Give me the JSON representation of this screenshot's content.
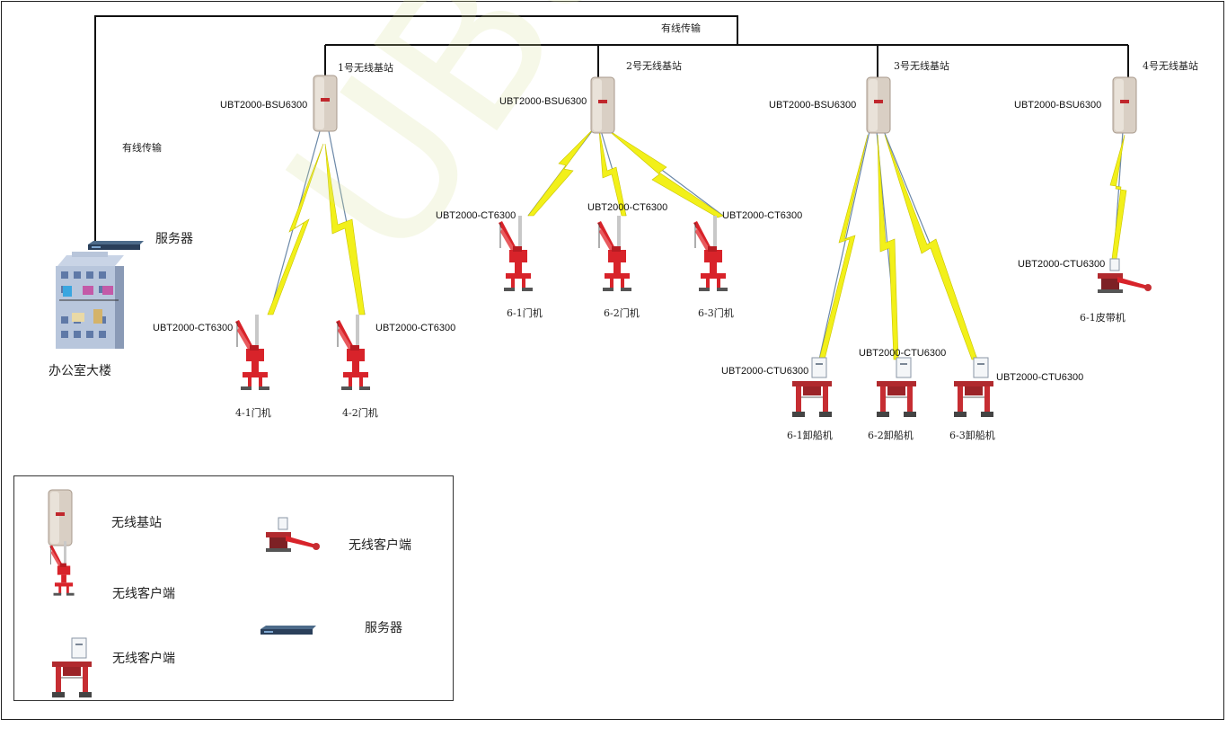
{
  "watermark": "UBoTong",
  "wired_label_top": "有线传输",
  "wired_label_left": "有线传输",
  "server_label": "服务器",
  "office_label": "办公室大楼",
  "base_stations": [
    {
      "name": "1号无线基站",
      "model": "UBT2000-BSU6300"
    },
    {
      "name": "2号无线基站",
      "model": "UBT2000-BSU6300"
    },
    {
      "name": "3号无线基站",
      "model": "UBT2000-BSU6300"
    },
    {
      "name": "4号无线基站",
      "model": "UBT2000-BSU6300"
    }
  ],
  "portal_cranes": [
    {
      "name": "4-1门机",
      "model": "UBT2000-CT6300"
    },
    {
      "name": "4-2门机",
      "model": "UBT2000-CT6300"
    },
    {
      "name": "6-1门机",
      "model": "UBT2000-CT6300"
    },
    {
      "name": "6-2门机",
      "model": "UBT2000-CT6300"
    },
    {
      "name": "6-3门机",
      "model": "UBT2000-CT6300"
    }
  ],
  "unloaders": [
    {
      "name": "6-1卸船机",
      "model": "UBT2000-CTU6300"
    },
    {
      "name": "6-2卸船机",
      "model": "UBT2000-CTU6300"
    },
    {
      "name": "6-3卸船机",
      "model": "UBT2000-CTU6300"
    }
  ],
  "belt": {
    "name": "6-1皮带机",
    "model": "UBT2000-CTU6300"
  },
  "legend": {
    "base_station": "无线基站",
    "crane_client": "无线客户端",
    "unloader_client": "无线客户端",
    "belt_client": "无线客户端",
    "server": "服务器"
  },
  "colors": {
    "line": "#111111",
    "lightning": "#f2f01a",
    "crane": "#d8232a",
    "link": "#6b88a8"
  }
}
